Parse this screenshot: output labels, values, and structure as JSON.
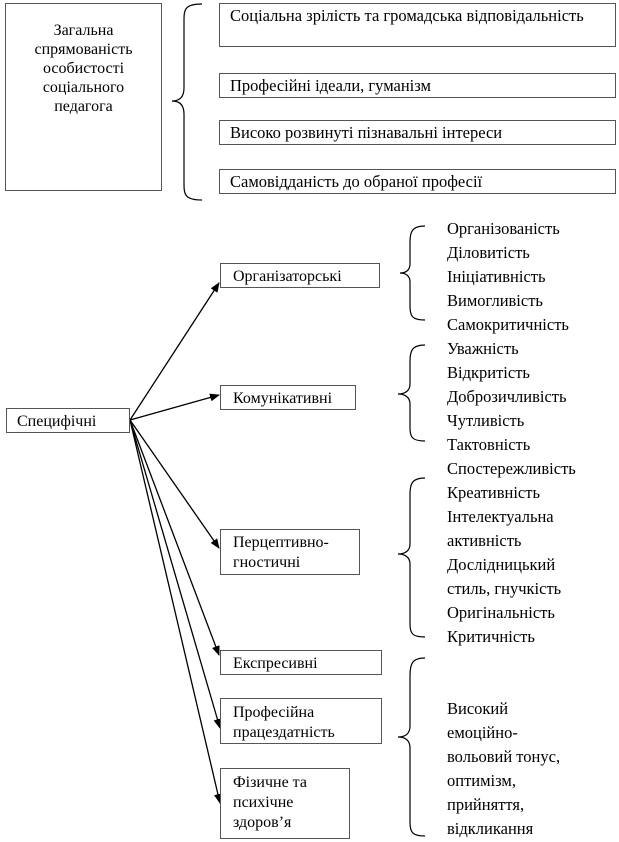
{
  "general": {
    "title": "Загальна спрямованість особистості соціального педагога",
    "items": [
      "Соціальна зрілість та громадська відповідальність",
      "Професійні ідеали, гуманізм",
      "Високо розвинуті пізнавальні інтереси",
      "Самовідданість до обраної професії"
    ]
  },
  "specific": {
    "root": "Специфічні",
    "categories": [
      "Організаторські",
      "Комунікативні",
      "Перцептивно-гностичні",
      "Експресивні",
      "Професійна працездатність",
      "Фізичне та психічне здоров’я"
    ],
    "organizational_traits": [
      "Організованість",
      "Діловитість",
      "Ініціативність",
      "Вимогливість",
      "Самокритичність"
    ],
    "communicative_traits": [
      "Уважність",
      "Відкритість",
      "Доброзичливість",
      "Чутливість",
      "Тактовність"
    ],
    "perceptive_traits": [
      "Спостережливість",
      "Креативність",
      "Інтелектуальна",
      "активність",
      "Дослідницький",
      "стиль, гнучкість",
      "Оригінальність",
      "Критичність"
    ],
    "expressive_traits": [
      "Високий",
      "емоційно-",
      "вольовий тонус,",
      "оптимізм,",
      "прийняття,",
      "відкликання"
    ]
  }
}
